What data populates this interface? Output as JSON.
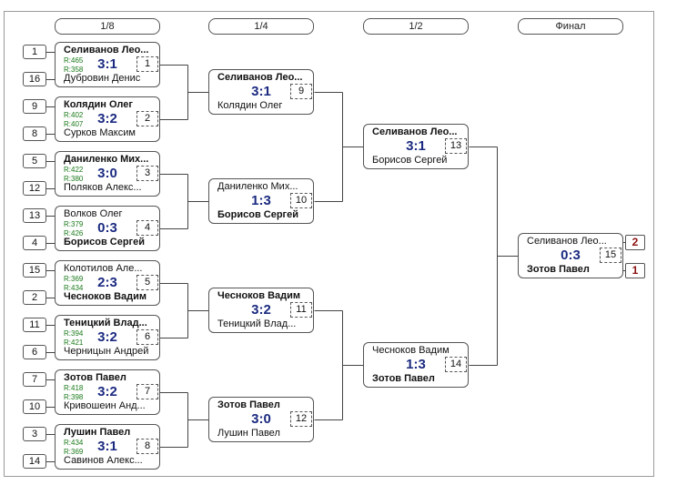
{
  "rounds": [
    "1/8",
    "1/4",
    "1/2",
    "Финал"
  ],
  "seeds": [
    "1",
    "16",
    "9",
    "8",
    "5",
    "12",
    "13",
    "4",
    "15",
    "2",
    "11",
    "6",
    "7",
    "10",
    "3",
    "14"
  ],
  "r16": [
    {
      "num": "1",
      "p1": "Селиванов Лео...",
      "p2": "Дубровин Денис",
      "r1": "R:465",
      "r2": "R:358",
      "score": "3:1",
      "winner": 1
    },
    {
      "num": "2",
      "p1": "Колядин Олег",
      "p2": "Сурков Максим",
      "r1": "R:402",
      "r2": "R:407",
      "score": "3:2",
      "winner": 1
    },
    {
      "num": "3",
      "p1": "Даниленко Мих...",
      "p2": "Поляков Алекс...",
      "r1": "R:422",
      "r2": "R:380",
      "score": "3:0",
      "winner": 1
    },
    {
      "num": "4",
      "p1": "Волков Олег",
      "p2": "Борисов Сергей",
      "r1": "R:379",
      "r2": "R:426",
      "score": "0:3",
      "winner": 2
    },
    {
      "num": "5",
      "p1": "Колотилов Але...",
      "p2": "Чесноков Вадим",
      "r1": "R:369",
      "r2": "R:434",
      "score": "2:3",
      "winner": 2
    },
    {
      "num": "6",
      "p1": "Теницкий Влад...",
      "p2": "Черницын Андрей",
      "r1": "R:394",
      "r2": "R:421",
      "score": "3:2",
      "winner": 1
    },
    {
      "num": "7",
      "p1": "Зотов Павел",
      "p2": "Кривошеин Анд...",
      "r1": "R:418",
      "r2": "R:398",
      "score": "3:2",
      "winner": 1
    },
    {
      "num": "8",
      "p1": "Лушин Павел",
      "p2": "Савинов Алекс...",
      "r1": "R:434",
      "r2": "R:369",
      "score": "3:1",
      "winner": 1
    }
  ],
  "qf": [
    {
      "num": "9",
      "p1": "Селиванов Лео...",
      "p2": "Колядин Олег",
      "score": "3:1",
      "winner": 1
    },
    {
      "num": "10",
      "p1": "Даниленко Мих...",
      "p2": "Борисов Сергей",
      "score": "1:3",
      "winner": 2
    },
    {
      "num": "11",
      "p1": "Чесноков Вадим",
      "p2": "Теницкий Влад...",
      "score": "3:2",
      "winner": 1
    },
    {
      "num": "12",
      "p1": "Зотов Павел",
      "p2": "Лушин Павел",
      "score": "3:0",
      "winner": 1
    }
  ],
  "sf": [
    {
      "num": "13",
      "p1": "Селиванов Лео...",
      "p2": "Борисов Сергей",
      "score": "3:1",
      "winner": 1
    },
    {
      "num": "14",
      "p1": "Чесноков Вадим",
      "p2": "Зотов Павел",
      "score": "1:3",
      "winner": 2
    }
  ],
  "final": {
    "num": "15",
    "p1": "Селиванов Лео...",
    "p2": "Зотов Павел",
    "score": "0:3",
    "winner": 2
  },
  "places": [
    "2",
    "1"
  ],
  "colors": {
    "score": "#1b2a80",
    "rating": "#1a7a1a",
    "place": "#8b1010"
  }
}
